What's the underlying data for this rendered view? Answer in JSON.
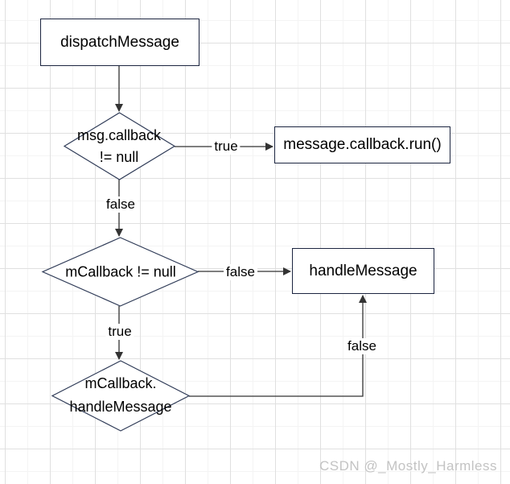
{
  "nodes": {
    "dispatch_message": {
      "label": "dispatchMessage",
      "type": "process"
    },
    "msg_callback_check": {
      "label_line1": "msg.callback",
      "label_line2": "!= null",
      "type": "decision"
    },
    "message_callback_run": {
      "label": "message.callback.run()",
      "type": "process"
    },
    "mcallback_check": {
      "label": "mCallback != null",
      "type": "decision"
    },
    "handle_message": {
      "label": "handleMessage",
      "type": "process"
    },
    "mcallback_handle": {
      "label_line1": "mCallback.",
      "label_line2": "handleMessage",
      "type": "decision"
    }
  },
  "edges": {
    "msg_callback_true": "true",
    "msg_callback_false": "false",
    "mcallback_false": "false",
    "mcallback_true": "true",
    "mcallback_handle_false": "false"
  },
  "watermark": "CSDN @_Mostly_Harmless",
  "colors": {
    "node_stroke": "#1c2540",
    "diamond_stroke": "#2f3b57",
    "connector": "#333333",
    "grid_minor": "#f4f4f4",
    "grid_major": "#e0e0e0",
    "watermark": "#c3c3c3"
  }
}
